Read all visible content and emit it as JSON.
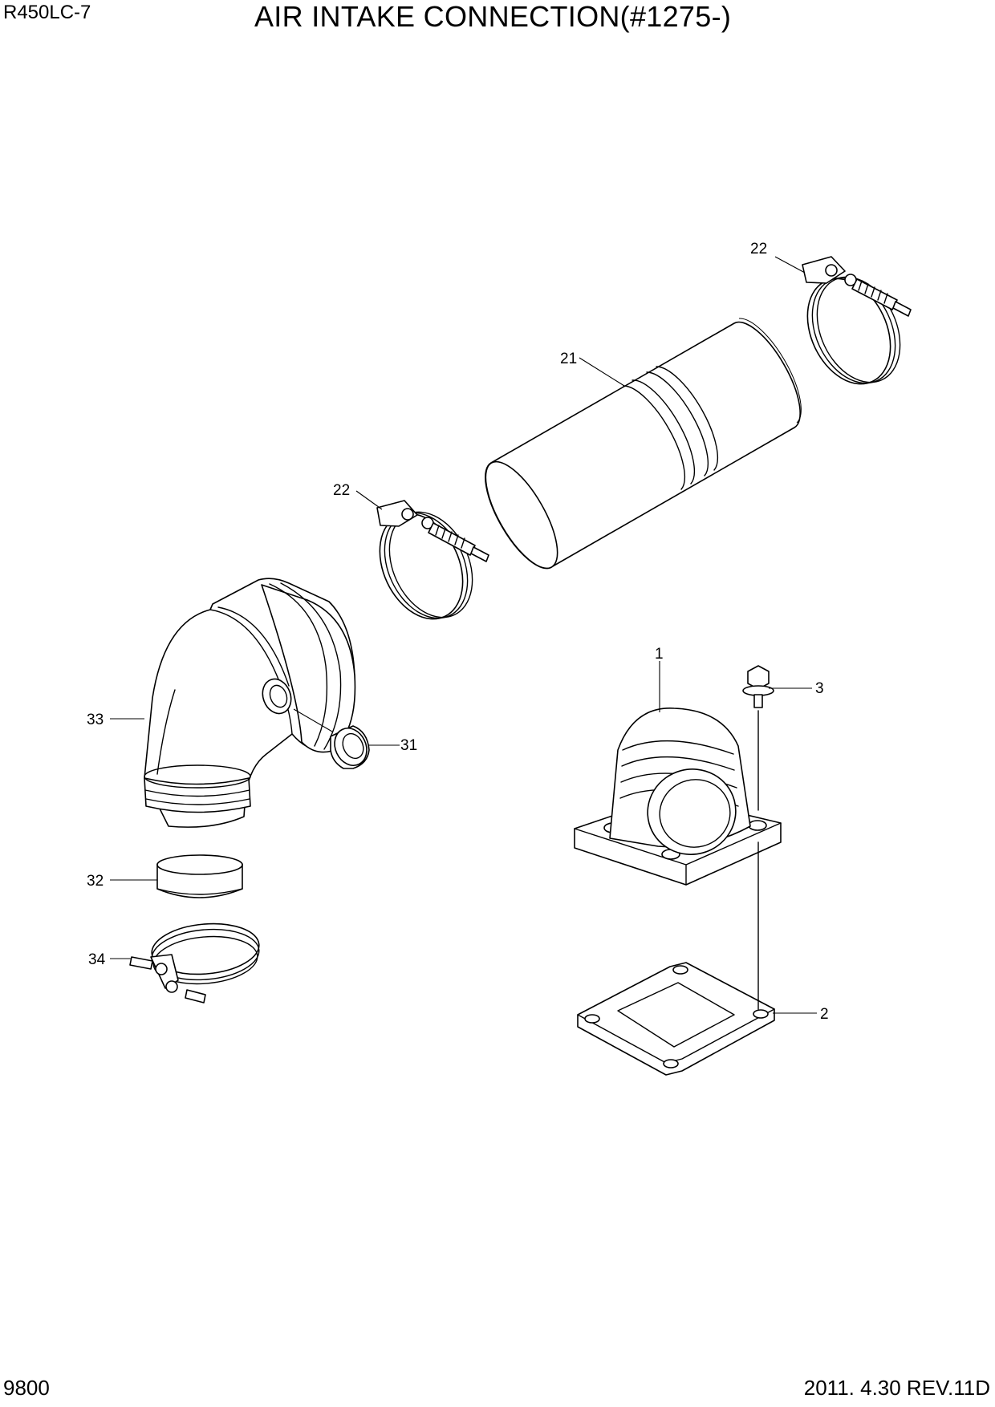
{
  "header": {
    "model": "R450LC-7",
    "title": "AIR INTAKE CONNECTION(#1275-)"
  },
  "footer": {
    "page_number": "9800",
    "revision": "2011. 4.30  REV.11D"
  },
  "callouts": [
    {
      "id": "c22a",
      "label": "22"
    },
    {
      "id": "c21",
      "label": "21"
    },
    {
      "id": "c22b",
      "label": "22"
    },
    {
      "id": "c1",
      "label": "1"
    },
    {
      "id": "c3",
      "label": "3"
    },
    {
      "id": "c33",
      "label": "33"
    },
    {
      "id": "c31",
      "label": "31"
    },
    {
      "id": "c32",
      "label": "32"
    },
    {
      "id": "c34",
      "label": "34"
    },
    {
      "id": "c2",
      "label": "2"
    }
  ]
}
